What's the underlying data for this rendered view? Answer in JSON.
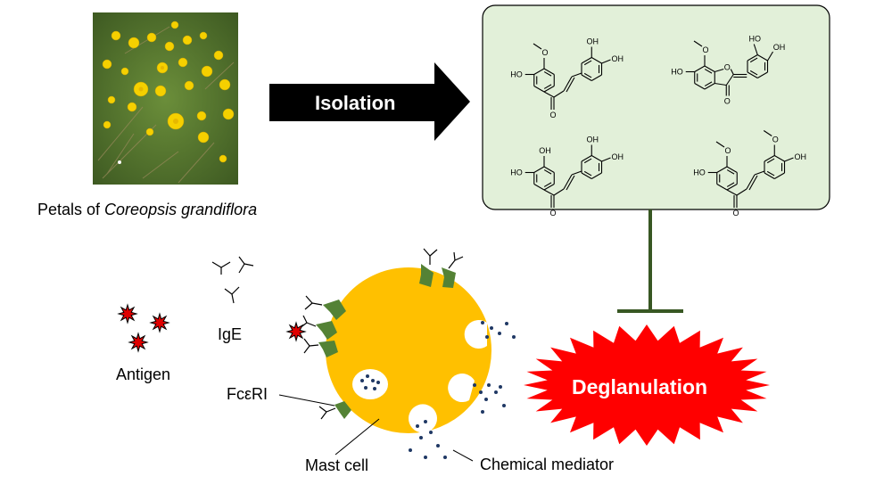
{
  "flower_caption": {
    "prefix": "Petals of ",
    "species": "Coreopsis grandiflora"
  },
  "arrow_label": "Isolation",
  "outcome_label": "Deglanulation",
  "labels": {
    "antigen": "Antigen",
    "ige": "IgE",
    "receptor": "FcεRI",
    "mast_cell": "Mast cell",
    "mediator": "Chemical mediator"
  },
  "chem_atoms": {
    "oh": "OH",
    "ho": "HO",
    "o": "O"
  },
  "colors": {
    "cell": "#FFC000",
    "compound_box": "#E2F0D9",
    "inhibition": "#385723",
    "receptor": "#548235",
    "burst": "#FF0000",
    "antigen": "#E00000",
    "mediator_dot": "#1F3864"
  }
}
